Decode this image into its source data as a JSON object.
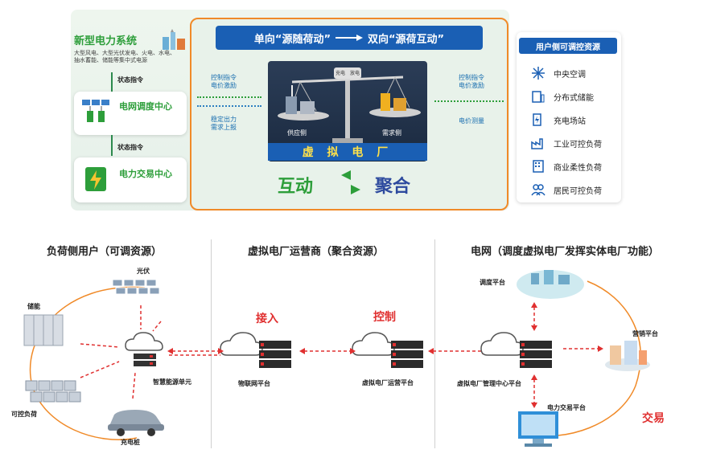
{
  "top": {
    "left_panel": {
      "power_system_title": "新型电力系统",
      "power_system_desc": "大型风电、大型光伏发电、火电、水电、抽水蓄能、储能等集中式电源",
      "state_cmd_1": "状态指令",
      "dispatch_center": "电网调度中心",
      "state_cmd_2": "状态指令",
      "trading_center": "电力交易中心"
    },
    "banner": {
      "left": "单向“源随荷动”",
      "right": "双向“源荷互动”"
    },
    "left_signals": {
      "top": "控制指令\n电价激励",
      "bottom": "稳定出力\n需求上报"
    },
    "right_signals": {
      "top": "控制指令\n电价激励",
      "bottom": "电价测量"
    },
    "scale": {
      "supply_side": "供应侧",
      "demand_side": "需求侧",
      "pan_left": "充电",
      "pan_right": "放电"
    },
    "vpp_label": "虚 拟 电 厂",
    "interact": "互动",
    "aggregate": "聚合",
    "right_panel": {
      "title": "用户侧可调控资源",
      "items": [
        {
          "label": "中央空调",
          "icon": "snowflake-icon"
        },
        {
          "label": "分布式储能",
          "icon": "battery-storage-icon"
        },
        {
          "label": "充电场站",
          "icon": "charging-station-icon"
        },
        {
          "label": "工业可控负荷",
          "icon": "factory-icon"
        },
        {
          "label": "商业柔性负荷",
          "icon": "building-icon"
        },
        {
          "label": "居民可控负荷",
          "icon": "people-icon"
        }
      ]
    }
  },
  "bottom": {
    "section_left": "负荷侧用户（可调资源）",
    "section_mid": "虚拟电厂运营商（聚合资源）",
    "section_right": "电网（调度虚拟电厂发挥实体电厂功能）",
    "pv": "光伏",
    "storage": "储能",
    "controllable_load": "可控负荷",
    "charging_pile": "充电桩",
    "smart_energy_unit": "智慧能源单元",
    "iot_platform": "物联网平台",
    "access": "接入",
    "control": "控制",
    "vpp_operator_platform": "虚拟电厂运营平台",
    "dispatch_platform": "调度平台",
    "marketing_platform": "营销平台",
    "vpp_mgmt_platform": "虚拟电厂管理中心平台",
    "trading_platform": "电力交易平台",
    "trade": "交易"
  },
  "colors": {
    "accent_blue": "#1a5fb4",
    "green": "#2d9e3a",
    "orange": "#f08a28",
    "red": "#e03030"
  }
}
